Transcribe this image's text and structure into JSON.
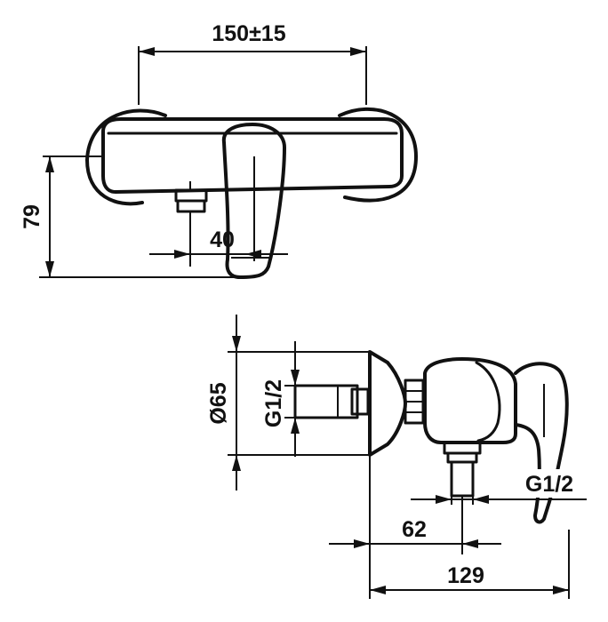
{
  "dimensions": {
    "spacing": "150±15",
    "height": "79",
    "spout_offset": "40",
    "diameter": "Ø65",
    "thread_left": "G1/2",
    "thread_bottom": "G1/2",
    "outlet_depth": "62",
    "total_depth": "129"
  },
  "colors": {
    "line": "#111111",
    "background": "#ffffff"
  }
}
